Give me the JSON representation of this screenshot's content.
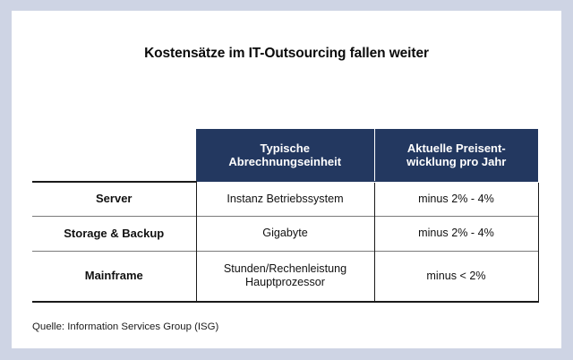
{
  "figure": {
    "title": "Kostensätze im IT-Outsourcing fallen weiter",
    "source": "Quelle: Information Services Group (ISG)",
    "colors": {
      "header_blue": "#233860",
      "frame_border": "#ced4e4",
      "rule_dark": "#1a1a1a",
      "rule_light": "#7a7a7a",
      "text": "#111111",
      "header_text": "#ffffff",
      "background": "#ffffff"
    }
  },
  "chart_data": {
    "type": "table",
    "title": "Kostensätze im IT-Outsourcing fallen weiter",
    "xlabel": "",
    "ylabel": "",
    "columns": [
      "",
      "Typische Abrechnungseinheit",
      "Aktuelle Preisentwicklung pro Jahr"
    ],
    "column_header_lines": [
      [
        "",
        ""
      ],
      [
        "Typische",
        "Abrechnungseinheit"
      ],
      [
        "Aktuelle Preisent-",
        "wicklung pro Jahr"
      ]
    ],
    "rows": [
      {
        "label": "Server",
        "unit": "Instanz Betriebssystem",
        "unit_lines": [
          "Instanz Betriebssystem"
        ],
        "trend": "minus 2% - 4%"
      },
      {
        "label": "Storage & Backup",
        "unit": "Gigabyte",
        "unit_lines": [
          "Gigabyte"
        ],
        "trend": "minus 2% - 4%"
      },
      {
        "label": "Mainframe",
        "unit": "Stunden/Rechenleistung Hauptprozessor",
        "unit_lines": [
          "Stunden/Rechenleistung",
          "Hauptprozessor"
        ],
        "trend": "minus < 2%"
      }
    ],
    "source": "Quelle: Information Services Group (ISG)",
    "legend": [],
    "grid": true
  }
}
